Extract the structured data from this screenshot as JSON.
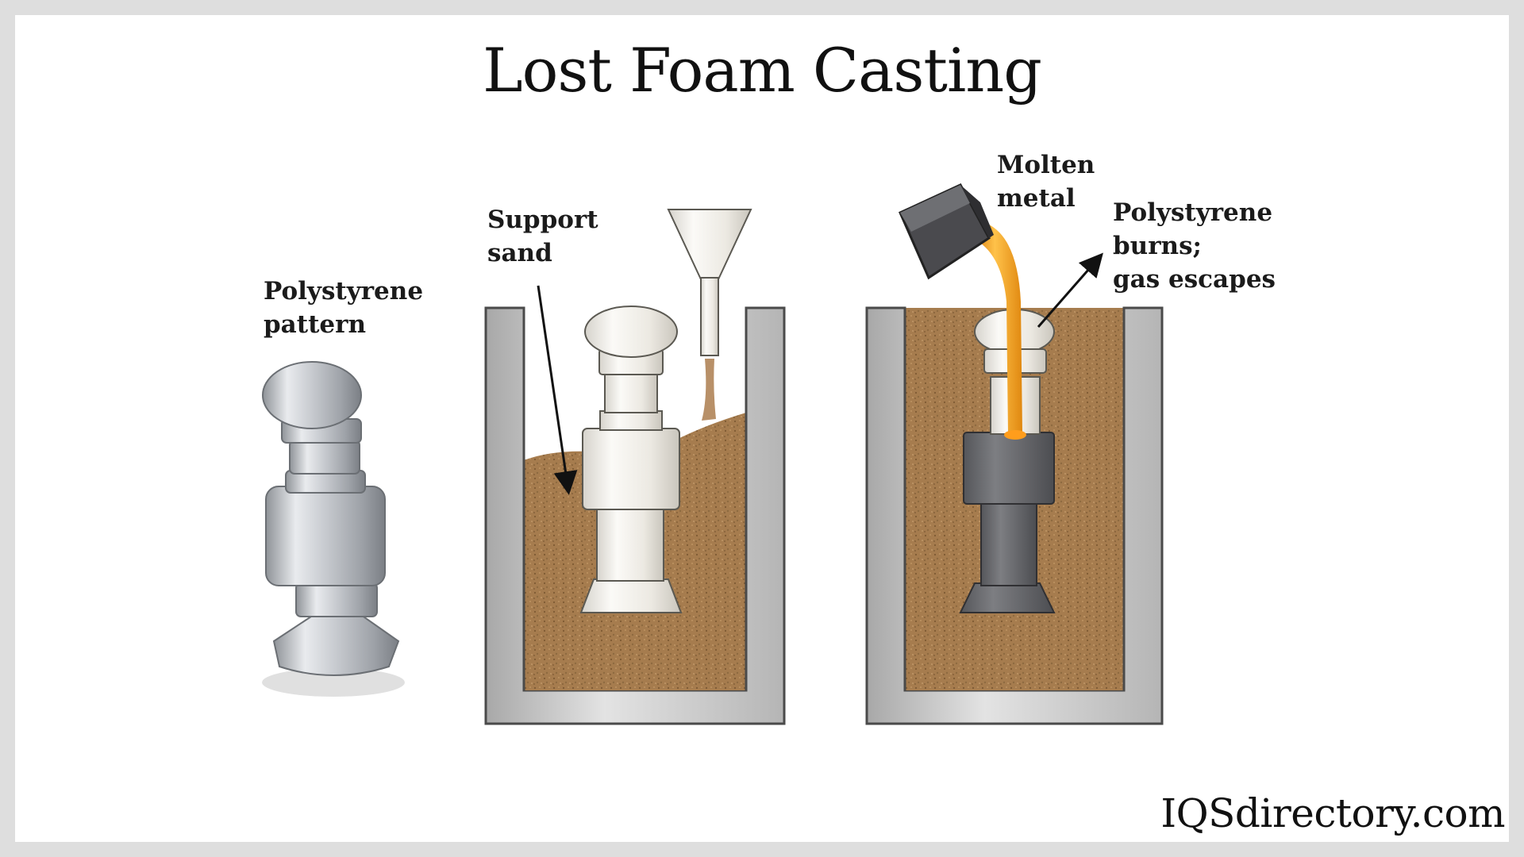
{
  "title": "Lost Foam Casting",
  "labels": {
    "pattern": [
      "Polystyrene",
      "pattern"
    ],
    "sand": [
      "Support",
      "sand"
    ],
    "molten": [
      "Molten",
      "metal"
    ],
    "burns": [
      "Polystyrene",
      "burns;",
      "gas escapes"
    ]
  },
  "brand": "IQSdirectory.com",
  "colors": {
    "sand": "#a67c4e",
    "foam": "#f2efe9",
    "metal": "#6f7074",
    "molten": "#f0a020",
    "container": "#cfcfcf"
  },
  "icons": [
    "foam-pattern-icon",
    "funnel-icon",
    "ladle-icon",
    "flask-container-icon",
    "arrow-icon"
  ]
}
